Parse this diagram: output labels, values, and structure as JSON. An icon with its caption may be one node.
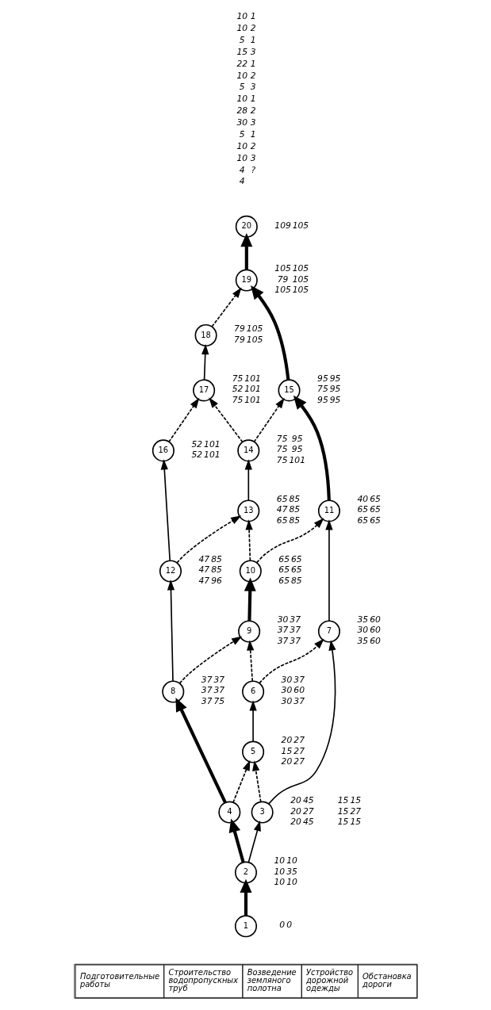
{
  "diagram": {
    "nodes": [
      {
        "text": [
          "1"
        ],
        "beside": [
          "0",
          "0"
        ]
      },
      {
        "text": [
          "2"
        ],
        "beside": [
          "10",
          "10",
          "10",
          "35",
          "10",
          "10"
        ]
      },
      {
        "text": [
          "3"
        ],
        "beside": [
          "20",
          "45",
          "20",
          "27",
          "20",
          "45"
        ]
      },
      {
        "text": [
          "4"
        ],
        "beside": [
          "15",
          "15",
          "15",
          "27",
          "15",
          "15"
        ]
      },
      {
        "text": [
          "5"
        ],
        "beside": [
          "20",
          "27",
          "15",
          "27",
          "20",
          "27"
        ]
      },
      {
        "text": [
          "6"
        ],
        "beside": [
          "30",
          "37",
          "30",
          "60",
          "30",
          "37"
        ]
      },
      {
        "text": [
          "7"
        ],
        "beside": [
          "35",
          "60",
          "30",
          "60",
          "35",
          "60"
        ]
      },
      {
        "text": [
          "8"
        ],
        "beside": [
          "37",
          "37",
          "37",
          "37",
          "37",
          "75"
        ]
      },
      {
        "text": [
          "9"
        ],
        "beside": [
          "30",
          "37",
          "37",
          "37",
          "37",
          "37"
        ]
      },
      {
        "text": [
          "10"
        ],
        "beside": [
          "65",
          "65",
          "65",
          "65",
          "65",
          "85"
        ]
      },
      {
        "text": [
          "11"
        ],
        "beside": [
          "40",
          "65",
          "65",
          "65",
          "65",
          "65"
        ]
      },
      {
        "text": [
          "12"
        ],
        "beside": [
          "47",
          "85",
          "47",
          "85",
          "47",
          "96"
        ]
      },
      {
        "text": [
          "13"
        ],
        "beside": [
          "65",
          "85",
          "47",
          "85",
          "65",
          "85"
        ]
      },
      {
        "text": [
          "14"
        ],
        "beside": [
          "75",
          "95",
          "75",
          "95",
          "75",
          "101"
        ]
      },
      {
        "text": [
          "15"
        ],
        "beside": [
          "95",
          "95",
          "75",
          "95",
          "95",
          "95"
        ]
      },
      {
        "text": [
          "16"
        ],
        "beside": [
          "52",
          "101",
          "52",
          "101"
        ]
      },
      {
        "text": [
          "17"
        ],
        "beside": [
          "75",
          "101",
          "52",
          "101",
          "75",
          "101"
        ]
      },
      {
        "text": [
          "18"
        ],
        "beside": [
          "79",
          "105",
          "79",
          "105"
        ]
      },
      {
        "text": [
          "19"
        ],
        "beside": [
          "105",
          "105",
          "79",
          "105",
          "105",
          "105"
        ]
      },
      {
        "text": [
          "20"
        ],
        "beside": [
          "109",
          "105"
        ]
      }
    ],
    "edges": [
      {
        "from": 0,
        "to": 1,
        "arrow": "to",
        "style": "thick"
      },
      {
        "from": 1,
        "to": 2,
        "arrow": "to"
      },
      {
        "from": 1,
        "to": 3,
        "arrow": "to",
        "style": "thick"
      },
      {
        "from": 2,
        "to": 4,
        "arrow": "to",
        "style": "dashed"
      },
      {
        "from": 2,
        "to": 6,
        "arrow": "to"
      },
      {
        "from": 3,
        "to": 4,
        "arrow": "to",
        "style": "dashed"
      },
      {
        "from": 3,
        "to": 7,
        "arrow": "to",
        "style": "thick"
      },
      {
        "from": 4,
        "to": 5,
        "arrow": "to"
      },
      {
        "from": 5,
        "to": 6,
        "arrow": "to",
        "style": "dashed"
      },
      {
        "from": 5,
        "to": 8,
        "arrow": "to",
        "style": "dashed"
      },
      {
        "from": 6,
        "to": 10,
        "arrow": "to"
      },
      {
        "from": 7,
        "to": 8,
        "arrow": "to",
        "style": "dashed"
      },
      {
        "from": 7,
        "to": 11,
        "arrow": "to"
      },
      {
        "from": 8,
        "to": 9,
        "arrow": "to",
        "style": "thick"
      },
      {
        "from": 9,
        "to": 10,
        "arrow": "to",
        "style": "dashed"
      },
      {
        "from": 9,
        "to": 12,
        "arrow": "to",
        "style": "dashed"
      },
      {
        "from": 10,
        "to": 14,
        "arrow": "to",
        "style": "thick"
      },
      {
        "from": 11,
        "to": 12,
        "arrow": "to",
        "style": "dashed"
      },
      {
        "from": 11,
        "to": 15,
        "arrow": "to"
      },
      {
        "from": 12,
        "to": 13,
        "arrow": "to"
      },
      {
        "from": 13,
        "to": 14,
        "arrow": "to",
        "style": "dashed"
      },
      {
        "from": 13,
        "to": 16,
        "arrow": "to",
        "style": "dashed"
      },
      {
        "from": 14,
        "to": 18,
        "arrow": "to",
        "style": "thick"
      },
      {
        "from": 15,
        "to": 16,
        "arrow": "to",
        "style": "dashed"
      },
      {
        "from": 16,
        "to": 17,
        "arrow": "to"
      },
      {
        "from": 17,
        "to": 18,
        "arrow": "to",
        "style": "dashed"
      },
      {
        "from": 18,
        "to": 19,
        "arrow": "to",
        "style": "thick"
      }
    ],
    "labels": [
      "Подготовительные работы",
      "Строительство водопропускных труб",
      "Возведение земляного полотна",
      "Устройство дорожной одежды",
      "Обстановка дороги",
      "10",
      "1",
      "10",
      "2",
      "5",
      "1",
      "15",
      "3",
      "22",
      "1",
      "10",
      "2",
      "5",
      "3",
      "10",
      "1",
      "28",
      "2",
      "30",
      "3",
      "5",
      "1",
      "10",
      "2",
      "10",
      "3",
      "4",
      "?",
      "4"
    ]
  }
}
